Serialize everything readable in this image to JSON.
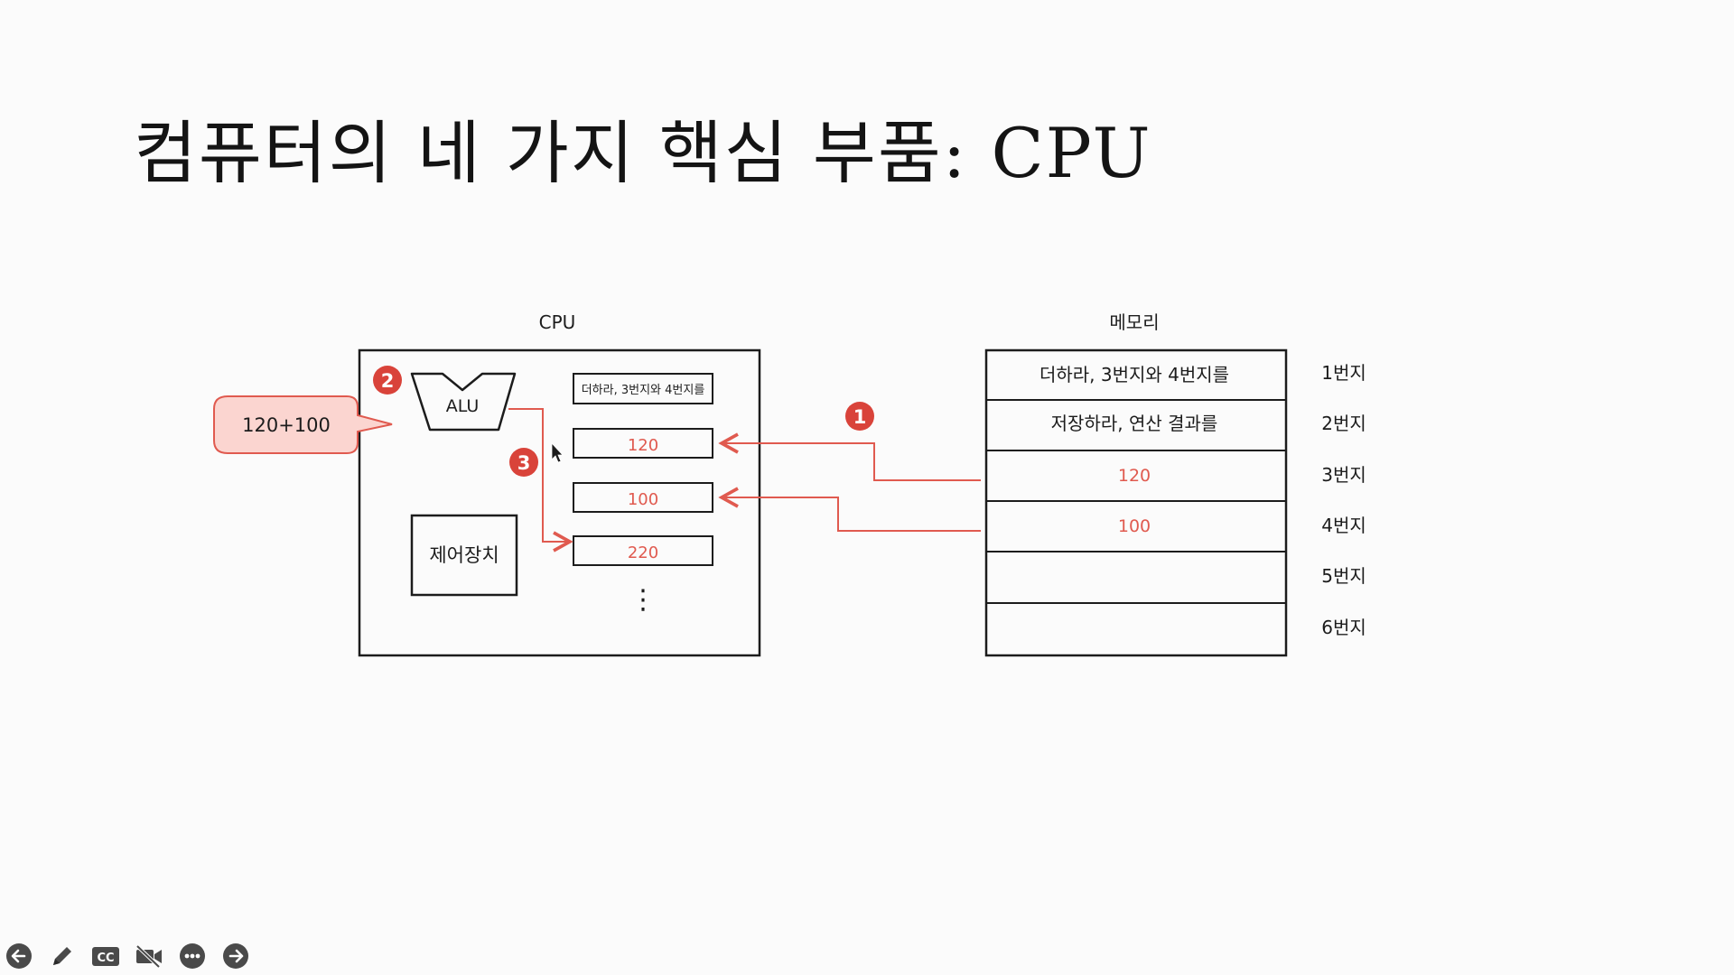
{
  "slide": {
    "title": "컴퓨터의 네 가지 핵심 부품: CPU"
  },
  "cpu": {
    "label": "CPU",
    "alu_label": "ALU",
    "control_unit_label": "제어장치",
    "registers": [
      "더하라, 3번지와 4번지를",
      "120",
      "100",
      "220"
    ],
    "ellipsis": "⋮"
  },
  "memory": {
    "label": "메모리",
    "cells": [
      "더하라, 3번지와 4번지를",
      "저장하라, 연산 결과를",
      "120",
      "100",
      "",
      ""
    ],
    "addresses": [
      "1번지",
      "2번지",
      "3번지",
      "4번지",
      "5번지",
      "6번지"
    ]
  },
  "callout": {
    "text": "120+100"
  },
  "steps": [
    "1",
    "2",
    "3"
  ],
  "colors": {
    "accent": "#e05a4f",
    "badge": "#d9433a",
    "callout_fill": "#fbd5d0",
    "ink": "#1c1c1c"
  },
  "toolbar": {
    "buttons": [
      {
        "icon": "arrow-left-icon"
      },
      {
        "icon": "pen-icon"
      },
      {
        "icon": "cc-icon"
      },
      {
        "icon": "video-off-icon"
      },
      {
        "icon": "more-icon"
      },
      {
        "icon": "arrow-right-icon"
      }
    ]
  }
}
